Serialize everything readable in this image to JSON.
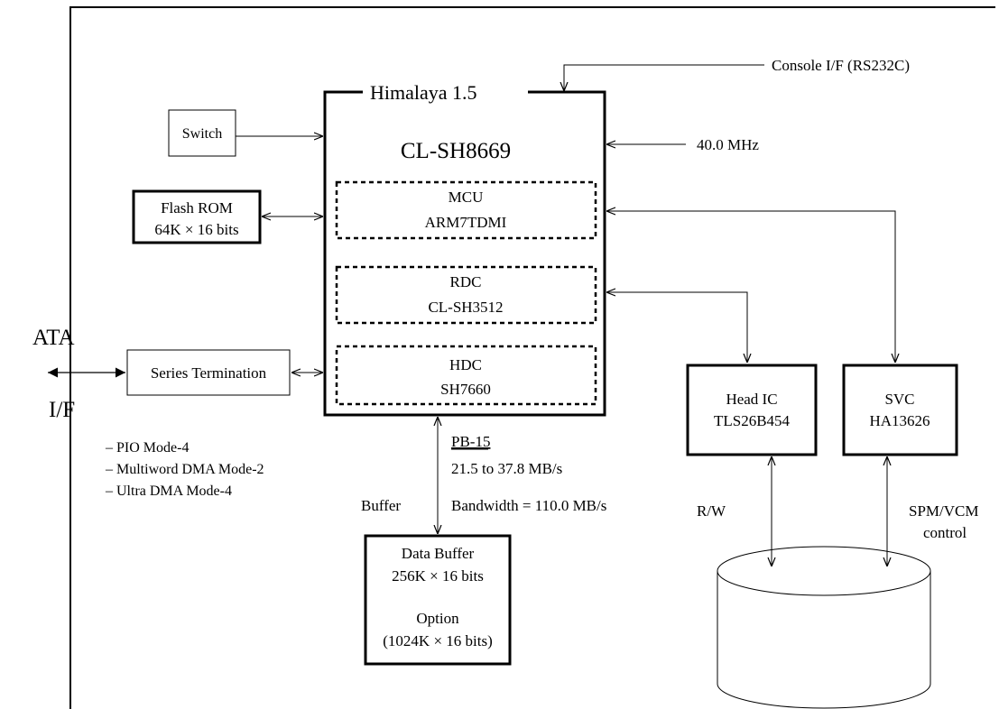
{
  "chip": {
    "outer_label": "Himalaya 1.5",
    "name": "CL-SH8669",
    "mcu": {
      "title": "MCU",
      "part": "ARM7TDMI"
    },
    "rdc": {
      "title": "RDC",
      "part": "CL-SH3512"
    },
    "hdc": {
      "title": "HDC",
      "part": "SH7660"
    }
  },
  "console_if": "Console I/F (RS232C)",
  "clock": "40.0 MHz",
  "switch": "Switch",
  "flash_rom": {
    "line1": "Flash ROM",
    "line2": "64K × 16 bits"
  },
  "ata": {
    "line1": "ATA",
    "line2": "I/F"
  },
  "series_termination": "Series Termination",
  "modes": [
    "– PIO Mode-4",
    "– Multiword DMA Mode-2",
    "– Ultra DMA Mode-4"
  ],
  "bus": {
    "name": "PB-15",
    "rate": "21.5 to 37.8 MB/s",
    "bandwidth": "Bandwidth = 110.0 MB/s",
    "buffer_label": "Buffer"
  },
  "data_buffer": {
    "line1": "Data Buffer",
    "line2": "256K × 16 bits",
    "line3": "Option",
    "line4": "(1024K × 16 bits)"
  },
  "head_ic": {
    "line1": "Head IC",
    "line2": "TLS26B454"
  },
  "svc": {
    "line1": "SVC",
    "line2": "HA13626"
  },
  "rw_label": "R/W",
  "spm_vcm": {
    "line1": "SPM/VCM",
    "line2": "control"
  }
}
